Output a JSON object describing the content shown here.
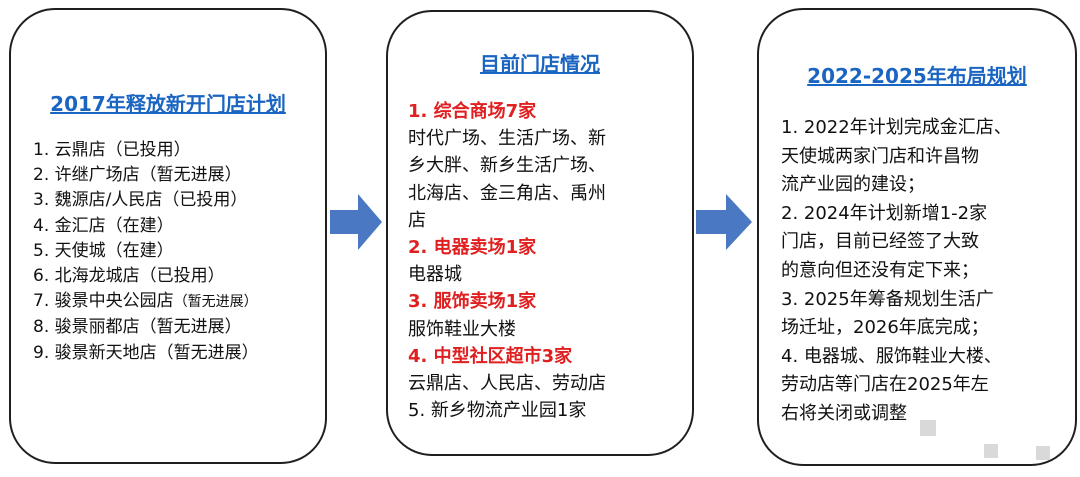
{
  "colors": {
    "accent_blue": "#1b65c2",
    "emphasis_red": "#e02020",
    "arrow_blue": "#4a78c2"
  },
  "box1": {
    "title": "2017年释放新开门店计划",
    "items": [
      {
        "text": "1. 云鼎店（已投用）"
      },
      {
        "text": "2. 许继广场店（暂无进展）"
      },
      {
        "text": "3. 魏源店/人民店（已投用）"
      },
      {
        "text": "4. 金汇店（在建）"
      },
      {
        "text": "5. 天使城（在建）"
      },
      {
        "text": "6. 北海龙城店（已投用）"
      },
      {
        "text": "7. 骏景中央公园店",
        "note": "（暂无进展）"
      },
      {
        "text": "8. 骏景丽都店（暂无进展）"
      },
      {
        "text": "9. 骏景新天地店（暂无进展）"
      }
    ]
  },
  "box2": {
    "title": "目前门店情况",
    "lines": [
      {
        "text": "1. 综合商场7家",
        "red": true
      },
      {
        "text": "时代广场、生活广场、新"
      },
      {
        "text": "乡大胖、新乡生活广场、"
      },
      {
        "text": "北海店、金三角店、禹州"
      },
      {
        "text": "店"
      },
      {
        "text": "2. 电器卖场1家",
        "red": true
      },
      {
        "text": "电器城"
      },
      {
        "text": "3. 服饰卖场1家",
        "red": true
      },
      {
        "text": "服饰鞋业大楼"
      },
      {
        "text": "4. 中型社区超市3家",
        "red": true
      },
      {
        "text": "云鼎店、人民店、劳动店"
      },
      {
        "text": "5. 新乡物流产业园1家"
      }
    ]
  },
  "box3": {
    "title": "2022-2025年布局规划",
    "lines": [
      "1. 2022年计划完成金汇店、",
      "天使城两家门店和许昌物",
      "流产业园的建设；",
      "2. 2024年计划新增1-2家",
      "门店，目前已经签了大致",
      "的意向但还没有定下来；",
      "3. 2025年筹备规划生活广",
      "场迁址，2026年底完成；",
      "4. 电器城、服饰鞋业大楼、",
      "劳动店等门店在2025年左",
      "右将关闭或调整"
    ]
  }
}
